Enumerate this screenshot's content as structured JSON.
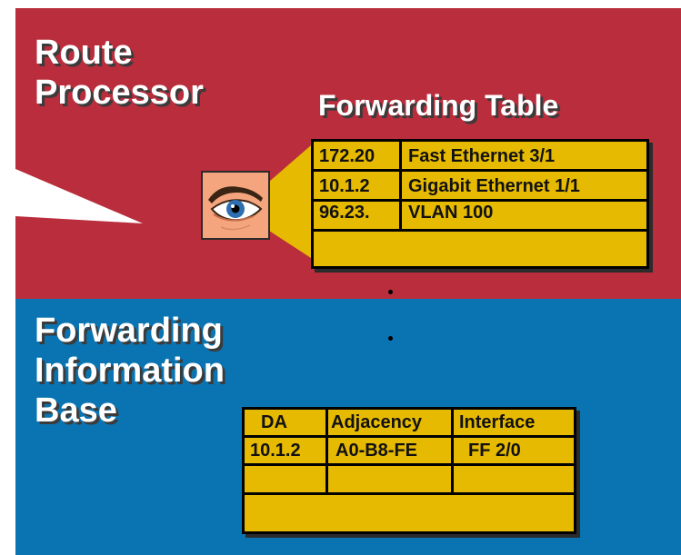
{
  "route_processor": {
    "line1": "Route",
    "line2": "Processor"
  },
  "forwarding_table": {
    "title": "Forwarding Table",
    "rows": [
      {
        "prefix": "172.20",
        "interface": "Fast Ethernet 3/1"
      },
      {
        "prefix": "10.1.2",
        "interface": "Gigabit Ethernet 1/1"
      },
      {
        "prefix": "96.23.",
        "interface": "VLAN 100"
      },
      {
        "prefix": "",
        "interface": ""
      }
    ]
  },
  "fib": {
    "line1": "Forwarding",
    "line2": "Information",
    "line3": "Base",
    "headers": {
      "da": "DA",
      "adjacency": "Adjacency",
      "interface": "Interface"
    },
    "rows": [
      {
        "da": "10.1.2",
        "adjacency": "A0-B8-FE",
        "interface": "FF 2/0"
      },
      {
        "da": "",
        "adjacency": "",
        "interface": ""
      }
    ]
  },
  "colors": {
    "route_processor_bg": "#b92d3c",
    "fib_bg": "#0a74b2",
    "table_fill": "#e6ba00",
    "label_text": "#ffffff"
  },
  "icons": {
    "eye": "eye-icon"
  }
}
